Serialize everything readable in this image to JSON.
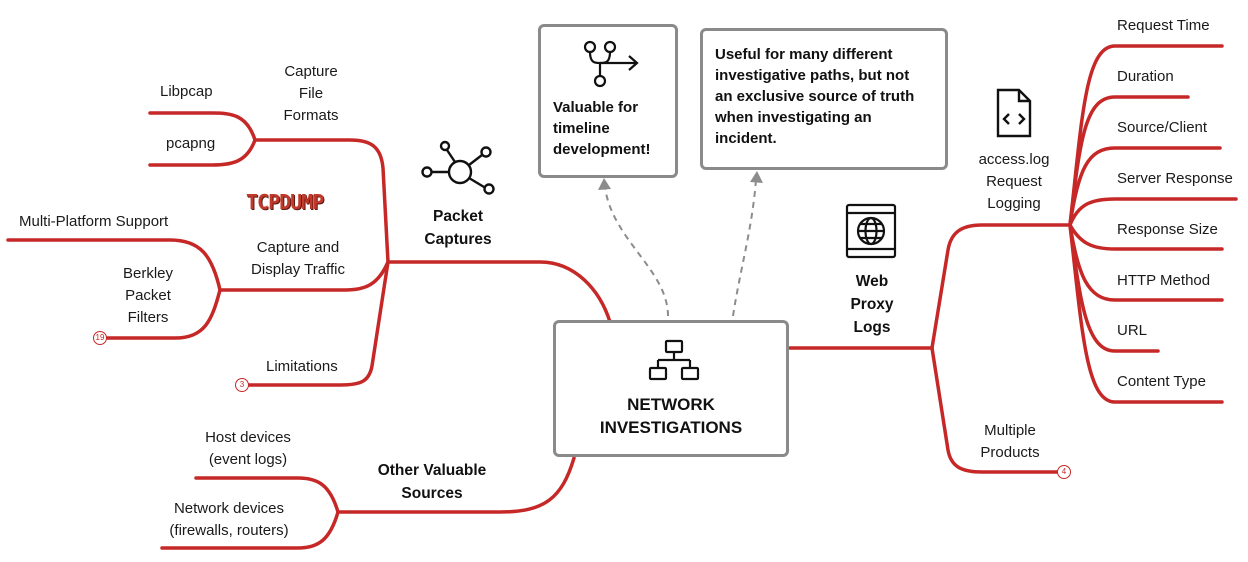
{
  "center": {
    "title_line1": "NETWORK",
    "title_line2": "INVESTIGATIONS"
  },
  "callouts": {
    "timeline": {
      "line1": "Valuable for",
      "line2": "timeline",
      "line3": "development!"
    },
    "truth": {
      "line1": "Useful for many different",
      "line2": "investigative paths, but not",
      "line3": "an exclusive source of truth",
      "line4": "when investigating an",
      "line5": "incident."
    }
  },
  "packet_captures": {
    "title_line1": "Packet",
    "title_line2": "Captures",
    "capture_file_formats": {
      "line1": "Capture",
      "line2": "File",
      "line3": "Formats",
      "items": [
        "Libpcap",
        "pcapng"
      ]
    },
    "logo_text": "TCPDUMP",
    "capture_display": {
      "line1": "Capture and",
      "line2": "Display Traffic",
      "multi_platform": "Multi-Platform Support",
      "bpf_line1": "Berkley",
      "bpf_line2": "Packet",
      "bpf_line3": "Filters",
      "bpf_count": "19"
    },
    "limitations": {
      "label": "Limitations",
      "count": "3"
    }
  },
  "other_sources": {
    "title_line1": "Other Valuable",
    "title_line2": "Sources",
    "host_line1": "Host devices",
    "host_line2": "(event logs)",
    "net_line1": "Network devices",
    "net_line2": "(firewalls, routers)"
  },
  "web_proxy": {
    "title_line1": "Web",
    "title_line2": "Proxy",
    "title_line3": "Logs",
    "access_log": {
      "line1": "access.log",
      "line2": "Request",
      "line3": "Logging",
      "fields": [
        "Request Time",
        "Duration",
        "Source/Client",
        "Server Response",
        "Response Size",
        "HTTP Method",
        "URL",
        "Content Type"
      ]
    },
    "multiple_products": {
      "line1": "Multiple",
      "line2": "Products",
      "count": "4"
    }
  },
  "colors": {
    "branch": "#c62828",
    "box_border": "#8a8a8a",
    "arrow": "#8c8c8c"
  },
  "icons": [
    "timeline-branch-icon",
    "hub-nodes-icon",
    "code-file-icon",
    "globe-browser-icon",
    "network-topology-icon"
  ]
}
